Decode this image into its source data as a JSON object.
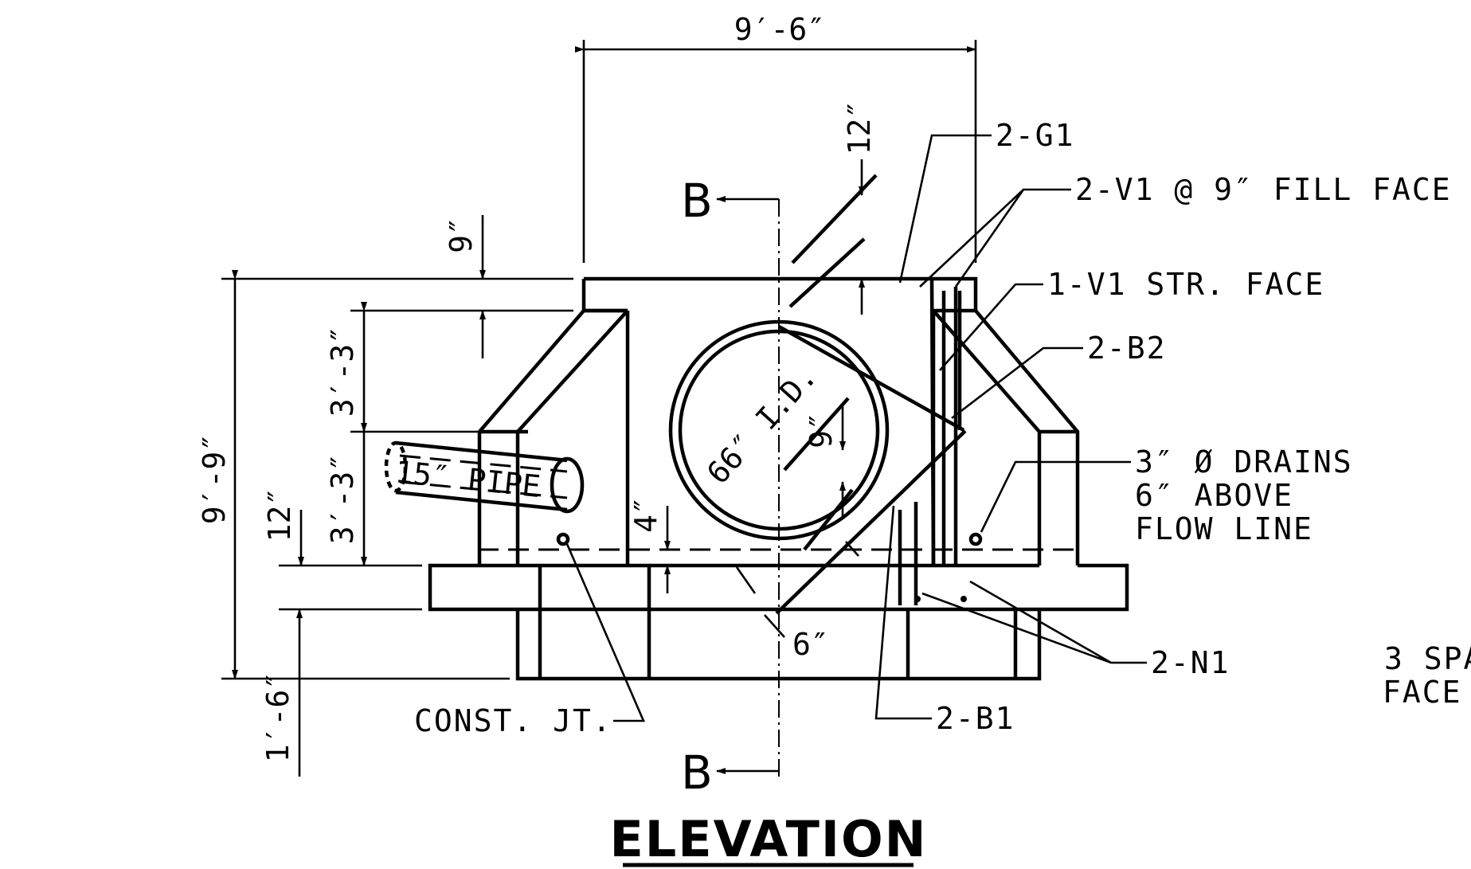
{
  "title": "ELEVATION",
  "section_label": "B",
  "dimensions": {
    "top_width": "9′-6″",
    "top_thickness": "9″",
    "overall_height": "9′-9″",
    "upper_wall": "3′-3″",
    "lower_wall": "3′-3″",
    "footing": "12″",
    "base": "1′-6″",
    "bar_12": "12″",
    "bar_9": "9″",
    "step_4": "4″",
    "bar_6": "6″"
  },
  "labels": {
    "pipe_id": "66″ I.D.",
    "small_pipe": "15″ PIPE",
    "const_jt": "CONST. JT."
  },
  "callouts": {
    "g1": "2-G1",
    "v1_fill": "2-V1 @ 9″ FILL FACE",
    "v1_str": "1-V1 STR. FACE",
    "b2": "2-B2",
    "drains_1": "3″ Ø DRAINS",
    "drains_2": "6″ ABOVE",
    "drains_3": "FLOW LINE",
    "n1": "2-N1",
    "b1": "2-B1",
    "spa_1": "3 SPA",
    "spa_2": "FACE"
  }
}
